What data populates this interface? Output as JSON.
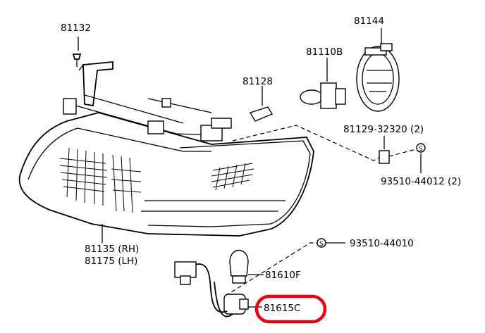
{
  "labels": {
    "p81132": "81132",
    "p81144": "81144",
    "p81110b": "81110B",
    "p81128": "81128",
    "p81129": "81129-32320 (2)",
    "p93510_44012": "93510-44012 (2)",
    "p81135": "81135 (RH)",
    "p81175": "81175 (LH)",
    "p93510_44010": "93510-44010",
    "p81610f": "81610F",
    "p81615c": "81615C"
  },
  "symbols": {
    "screw_symbol": "S"
  },
  "colors": {
    "highlight": "#e8000f",
    "line": "#000000",
    "background": "#ffffff"
  }
}
